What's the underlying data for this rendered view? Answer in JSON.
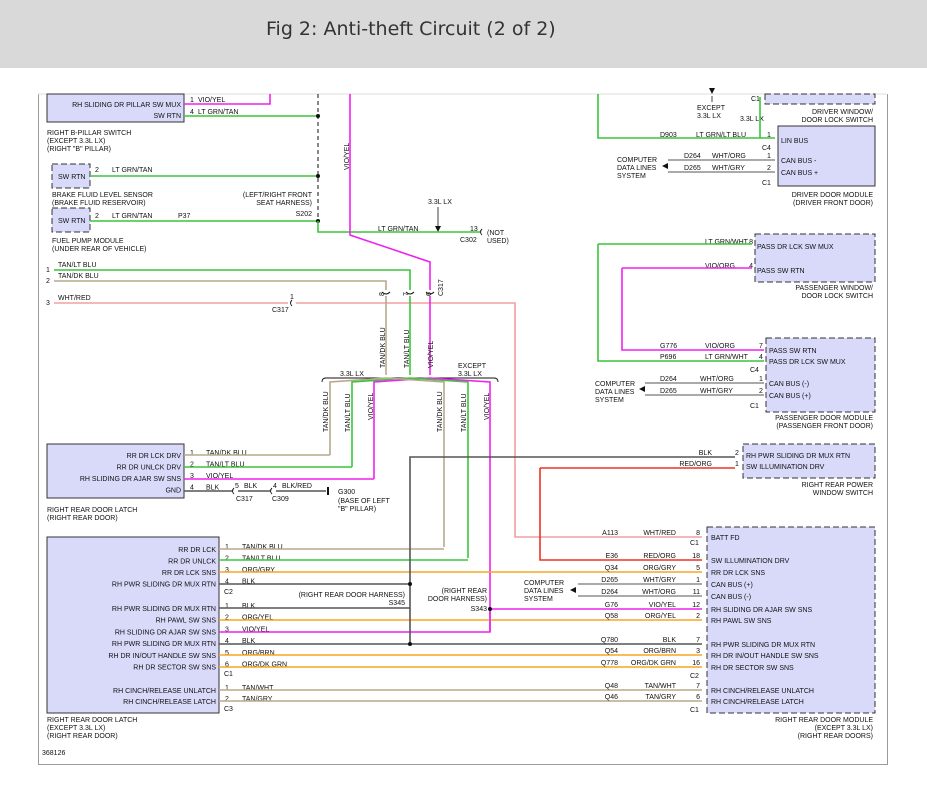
{
  "header": {
    "title": "Fig 2: Anti-theft Circuit (2 of 2)"
  },
  "image_id": "368126",
  "components": {
    "b_pillar": {
      "pins": [
        "RH SLIDING DR PILLAR SW MUX",
        "SW RTN"
      ],
      "pin_nums": [
        "1",
        "4"
      ],
      "wires": [
        "VIO/YEL",
        "LT GRN/TAN"
      ],
      "caption": [
        "RIGHT B-PILLAR SWITCH",
        "(EXCEPT 3.3L LX)",
        "(RIGHT \"B\" PILLAR)"
      ]
    },
    "brake_fluid": {
      "pin": "SW RTN",
      "pin_num": "2",
      "wire": "LT GRN/TAN",
      "caption": [
        "BRAKE FLUID LEVEL SENSOR",
        "(BRAKE FLUID RESERVOIR)"
      ]
    },
    "fuel_pump": {
      "pin": "SW RTN",
      "pin_num": "2",
      "wire": "LT GRN/TAN",
      "circuit": "P37",
      "caption": [
        "FUEL PUMP MODULE",
        "(UNDER REAR OF VEHICLE)"
      ]
    },
    "harness_note": [
      "(LEFT/RIGHT FRONT",
      "SEAT HARNESS)"
    ],
    "s202": "S202",
    "lx33": "3.3L LX",
    "c302": {
      "wire": "LT GRN/TAN",
      "pin": "13",
      "conn": "C302",
      "note": [
        "(NOT",
        "USED)"
      ]
    },
    "left_wires": [
      {
        "num": "1",
        "wire": "TAN/LT BLU"
      },
      {
        "num": "2",
        "wire": "TAN/DK BLU"
      },
      {
        "num": "3",
        "wire": "WHT/RED"
      }
    ],
    "c317_top": {
      "pin": "1",
      "conn": "C317"
    },
    "c317_pins": [
      "8",
      "7",
      "6"
    ],
    "c317_label": "C317",
    "vert_wires_top": [
      "TAN/DK BLU",
      "TAN/LT BLU",
      "VIO/YEL"
    ],
    "vio_yel_top": "VIO/YEL",
    "branch_left": "3.3L LX",
    "branch_right": [
      "EXCEPT",
      "3.3L LX"
    ],
    "branch_left_wires": [
      "TAN/DK BLU",
      "TAN/LT BLU",
      "VIO/YEL"
    ],
    "branch_right_wires": [
      "TAN/DK BLU",
      "TAN/LT BLU",
      "VIO/YEL"
    ],
    "rr_latch": {
      "pins": [
        "RR DR LCK DRV",
        "RR DR UNLCK DRV",
        "RH SLIDING DR AJAR SW SNS",
        "GND"
      ],
      "pin_nums": [
        "1",
        "2",
        "3",
        "4"
      ],
      "wires": [
        "TAN/DK BLU",
        "TAN/LT BLU",
        "VIO/YEL",
        "BLK"
      ],
      "gnd_path": [
        "5",
        "BLK",
        "4",
        "BLK/RED"
      ],
      "conns": [
        "C317",
        "C309"
      ],
      "ground": "G300",
      "ground_note": [
        "(BASE OF LEFT",
        "\"B\" PILLAR)"
      ],
      "caption": [
        "RIGHT REAR DOOR LATCH",
        "(RIGHT REAR DOOR)"
      ]
    },
    "rr_latch_ex": {
      "c2_pins": [
        "RR DR LCK",
        "RR DR UNLCK",
        "RR DR LCK SNS",
        "RH PWR SLIDING DR MUX RTN"
      ],
      "c2_nums": [
        "1",
        "2",
        "3",
        "4"
      ],
      "c2_wires": [
        "TAN/DK BLU",
        "TAN/LT BLU",
        "ORG/GRY",
        "BLK"
      ],
      "c2": "C2",
      "c1_pins": [
        "RH PWR SLIDING DR MUX RTN",
        "RH PAWL SW SNS",
        "RH SLIDING DR AJAR SW SNS",
        "RH PWR SLIDING DR MUX RTN",
        "RH DR IN/OUT HANDLE SW SNS",
        "RH DR SECTOR SW SNS"
      ],
      "c1_nums": [
        "1",
        "2",
        "3",
        "4",
        "5",
        "6"
      ],
      "c1_wires": [
        "BLK",
        "ORG/YEL",
        "VIO/YEL",
        "BLK",
        "ORG/BRN",
        "ORG/DK GRN"
      ],
      "c1": "C1",
      "c3_pins": [
        "RH CINCH/RELEASE UNLATCH",
        "RH CINCH/RELEASE LATCH"
      ],
      "c3_nums": [
        "1",
        "2"
      ],
      "c3_wires": [
        "TAN/WHT",
        "TAN/GRY"
      ],
      "c3": "C3",
      "caption": [
        "RIGHT REAR DOOR LATCH",
        "(EXCEPT 3.3L LX)",
        "(RIGHT REAR DOOR)"
      ]
    },
    "s345": {
      "note": "(RIGHT REAR DOOR HARNESS)",
      "splice": "S345"
    },
    "s343": {
      "note": [
        "(RIGHT REAR",
        "DOOR HARNESS)"
      ],
      "splice": "S343"
    },
    "driver_module": {
      "top_conn": "C1",
      "top_caption": [
        "DRIVER WINDOW/",
        "DOOR LOCK SWITCH"
      ],
      "except_note": [
        "EXCEPT",
        "3.3L LX"
      ],
      "lx_note": "3.3L LX",
      "lin": {
        "circuit": "D903",
        "wire": "LT GRN/LT BLU",
        "pin": "1",
        "label": "LIN BUS",
        "conn": "C4"
      },
      "can": [
        {
          "circuit": "D264",
          "wire": "WHT/ORG",
          "pin": "1",
          "label": "CAN BUS -"
        },
        {
          "circuit": "D265",
          "wire": "WHT/GRY",
          "pin": "2",
          "label": "CAN BUS +"
        }
      ],
      "can_conn": "C1",
      "computer": [
        "COMPUTER",
        "DATA LINES",
        "SYSTEM"
      ],
      "caption": [
        "DRIVER DOOR MODULE",
        "(DRIVER FRONT DOOR)"
      ]
    },
    "pass_switch": {
      "rows": [
        {
          "wire": "LT GRN/WHT",
          "pin": "8",
          "label": "PASS DR LCK SW MUX"
        },
        {
          "wire": "VIO/ORG",
          "pin": "4",
          "label": "PASS SW RTN"
        }
      ],
      "caption": [
        "PASSENGER WINDOW/",
        "DOOR LOCK SWITCH"
      ]
    },
    "pass_module": {
      "rows": [
        {
          "circuit": "G776",
          "wire": "VIO/ORG",
          "pin": "7",
          "label": "PASS SW RTN"
        },
        {
          "circuit": "P696",
          "wire": "LT GRN/WHT",
          "pin": "4",
          "label": "PASS DR LCK SW MUX"
        }
      ],
      "conn_top": "C4",
      "can": [
        {
          "circuit": "D264",
          "wire": "WHT/ORG",
          "pin": "1",
          "label": "CAN BUS (-)"
        },
        {
          "circuit": "D265",
          "wire": "WHT/GRY",
          "pin": "2",
          "label": "CAN BUS (+)"
        }
      ],
      "conn_bottom": "C1",
      "computer": [
        "COMPUTER",
        "DATA LINES",
        "SYSTEM"
      ],
      "caption": [
        "PASSENGER DOOR MODULE",
        "(PASSENGER FRONT DOOR)"
      ]
    },
    "power_window": {
      "rows": [
        {
          "wire": "BLK",
          "pin": "2",
          "label": "RH PWR SLIDING DR MUX RTN"
        },
        {
          "wire": "RED/ORG",
          "pin": "1",
          "label": "SW ILLUMINATION DRV"
        }
      ],
      "caption": [
        "RIGHT REAR POWER",
        "WINDOW SWITCH"
      ]
    },
    "rr_module": {
      "rows": [
        {
          "circuit": "A113",
          "wire": "WHT/RED",
          "pin": "8",
          "label": "BATT FD"
        },
        {
          "circuit": "",
          "wire": "",
          "pin": "",
          "label": ""
        },
        {
          "circuit": "E36",
          "wire": "RED/ORG",
          "pin": "18",
          "label": "SW ILLUMINATION DRV"
        },
        {
          "circuit": "Q34",
          "wire": "ORG/GRY",
          "pin": "5",
          "label": "RR DR LCK SNS"
        },
        {
          "circuit": "D265",
          "wire": "WHT/GRY",
          "pin": "1",
          "label": "CAN BUS (+)"
        },
        {
          "circuit": "D264",
          "wire": "WHT/ORG",
          "pin": "11",
          "label": "CAN BUS (-)"
        },
        {
          "circuit": "G76",
          "wire": "VIO/YEL",
          "pin": "12",
          "label": "RH SLIDING DR AJAR SW SNS"
        },
        {
          "circuit": "Q58",
          "wire": "ORG/YEL",
          "pin": "2",
          "label": "RH PAWL SW SNS"
        },
        {
          "circuit": "Q780",
          "wire": "BLK",
          "pin": "7",
          "label": "RH PWR SLIDING DR MUX RTN"
        },
        {
          "circuit": "Q54",
          "wire": "ORG/BRN",
          "pin": "3",
          "label": "RH DR IN/OUT HANDLE SW SNS"
        },
        {
          "circuit": "Q778",
          "wire": "ORG/DK GRN",
          "pin": "16",
          "label": "RH DR SECTOR SW SNS"
        },
        {
          "circuit": "Q48",
          "wire": "TAN/WHT",
          "pin": "7",
          "label": "RH CINCH/RELEASE UNLATCH"
        },
        {
          "circuit": "Q46",
          "wire": "TAN/GRY",
          "pin": "6",
          "label": "RH CINCH/RELEASE LATCH"
        }
      ],
      "conns": [
        "C1",
        "C2",
        "C1"
      ],
      "computer": [
        "COMPUTER",
        "DATA LINES",
        "SYSTEM"
      ],
      "caption": [
        "RIGHT REAR DOOR MODULE",
        "(EXCEPT 3.3L LX)",
        "(RIGHT REAR DOORS)"
      ]
    }
  },
  "colors": {
    "green": "#3cc43c",
    "pink": "#ee22ee",
    "orange": "#f5a623",
    "red": "#ee3322",
    "salmon": "#f2a0a0",
    "tan": "#b8a88a",
    "dark": "#555555",
    "box": "#d9dafa"
  }
}
